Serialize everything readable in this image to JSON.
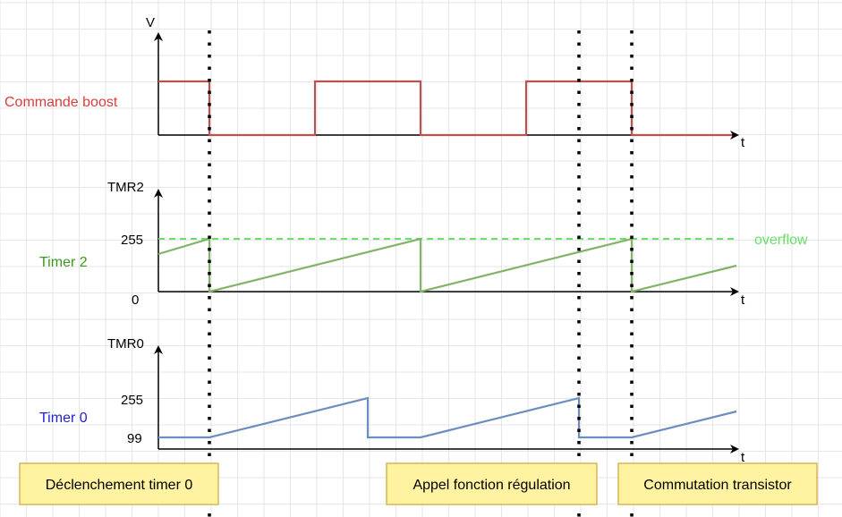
{
  "colors": {
    "grid": "#e6e6e6",
    "axis": "#000000",
    "boost": "#b85450",
    "boost_label": "#d93c3c",
    "timer2": "#82b366",
    "timer2_label": "#3a9a1a",
    "overflow": "#66e066",
    "timer0": "#6c8ebf",
    "timer0_label": "#2222d0",
    "note_fill": "#fff2a0",
    "note_border": "#d6b656"
  },
  "top_plot": {
    "y_axis_label": "V",
    "x_axis_label": "t",
    "signal_label": "Commande boost"
  },
  "middle_plot": {
    "y_axis_label": "TMR2",
    "x_axis_label": "t",
    "signal_label": "Timer 2",
    "tick_high": "255",
    "tick_low": "0",
    "threshold_label": "overflow"
  },
  "bottom_plot": {
    "y_axis_label": "TMR0",
    "x_axis_label": "t",
    "signal_label": "Timer 0",
    "tick_high": "255",
    "tick_low": "99"
  },
  "annotations": [
    {
      "text": "Déclenchement timer 0"
    },
    {
      "text": "Appel fonction régulation"
    },
    {
      "text": "Commutation transistor"
    }
  ]
}
